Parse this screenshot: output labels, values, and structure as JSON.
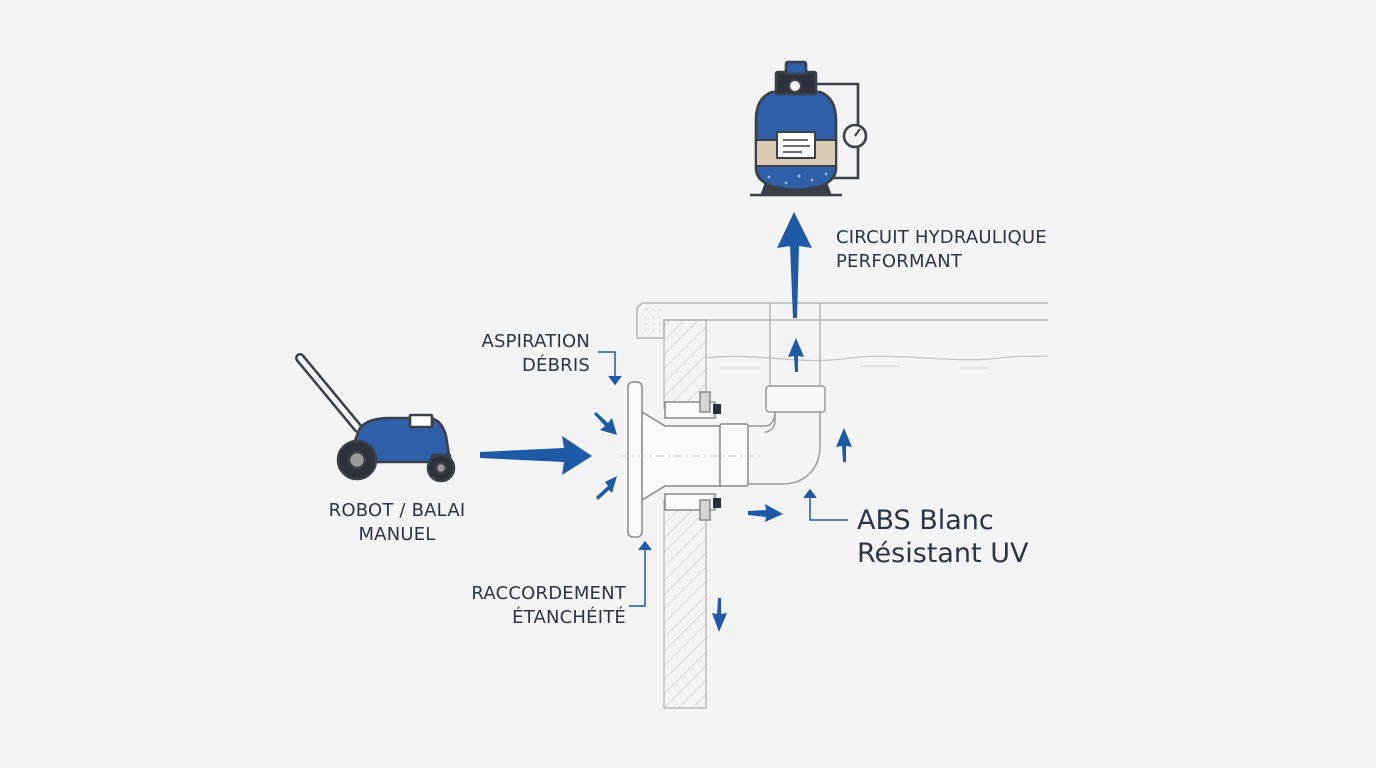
{
  "labels": {
    "aspiration": [
      "ASPIRATION",
      "DÉBRIS"
    ],
    "robot": [
      "ROBOT / BALAI",
      "MANUEL"
    ],
    "raccordement": [
      "RACCORDEMENT",
      "ÉTANCHÉITÉ"
    ],
    "circuit": [
      "CIRCUIT HYDRAULIQUE",
      "PERFORMANT"
    ],
    "abs": [
      "ABS Blanc",
      "Résistant UV"
    ]
  },
  "colors": {
    "flow_arrow": "#1f5aa6",
    "ink": "#2b3544",
    "line": "#3a3f48",
    "tank_blue": "#2f5fa8",
    "sand": "#d8cbb3",
    "background": "#f4f4f4"
  },
  "icons": {
    "filter": "sand-filter-icon",
    "robot": "pool-robot-icon"
  }
}
